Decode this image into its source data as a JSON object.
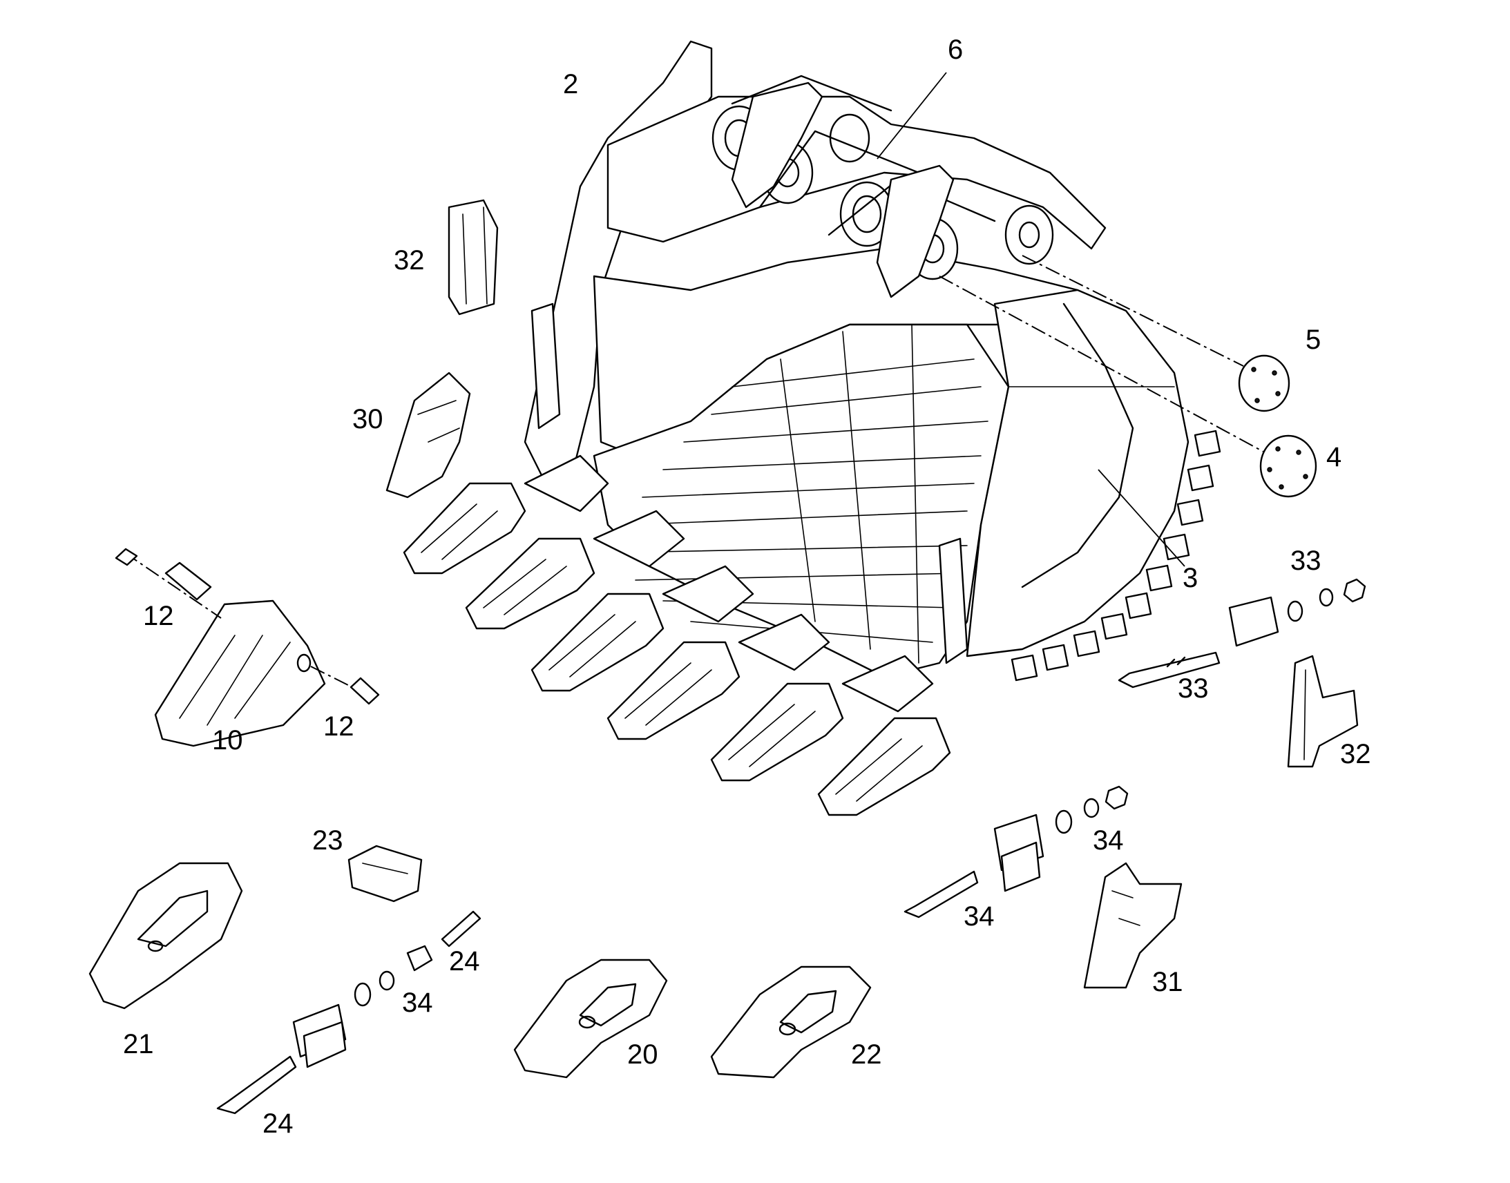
{
  "callouts": [
    {
      "id": "c2",
      "label": "2"
    },
    {
      "id": "c6",
      "label": "6"
    },
    {
      "id": "c5",
      "label": "5"
    },
    {
      "id": "c4",
      "label": "4"
    },
    {
      "id": "c3",
      "label": "3"
    },
    {
      "id": "c32a",
      "label": "32"
    },
    {
      "id": "c30",
      "label": "30"
    },
    {
      "id": "c12a",
      "label": "12"
    },
    {
      "id": "c12b",
      "label": "12"
    },
    {
      "id": "c10",
      "label": "10"
    },
    {
      "id": "c33a",
      "label": "33"
    },
    {
      "id": "c33b",
      "label": "33"
    },
    {
      "id": "c32b",
      "label": "32"
    },
    {
      "id": "c23",
      "label": "23"
    },
    {
      "id": "c34a",
      "label": "34"
    },
    {
      "id": "c34b",
      "label": "34"
    },
    {
      "id": "c34c",
      "label": "34"
    },
    {
      "id": "c24a",
      "label": "24"
    },
    {
      "id": "c24b",
      "label": "24"
    },
    {
      "id": "c21",
      "label": "21"
    },
    {
      "id": "c20",
      "label": "20"
    },
    {
      "id": "c22",
      "label": "22"
    },
    {
      "id": "c31",
      "label": "31"
    }
  ]
}
